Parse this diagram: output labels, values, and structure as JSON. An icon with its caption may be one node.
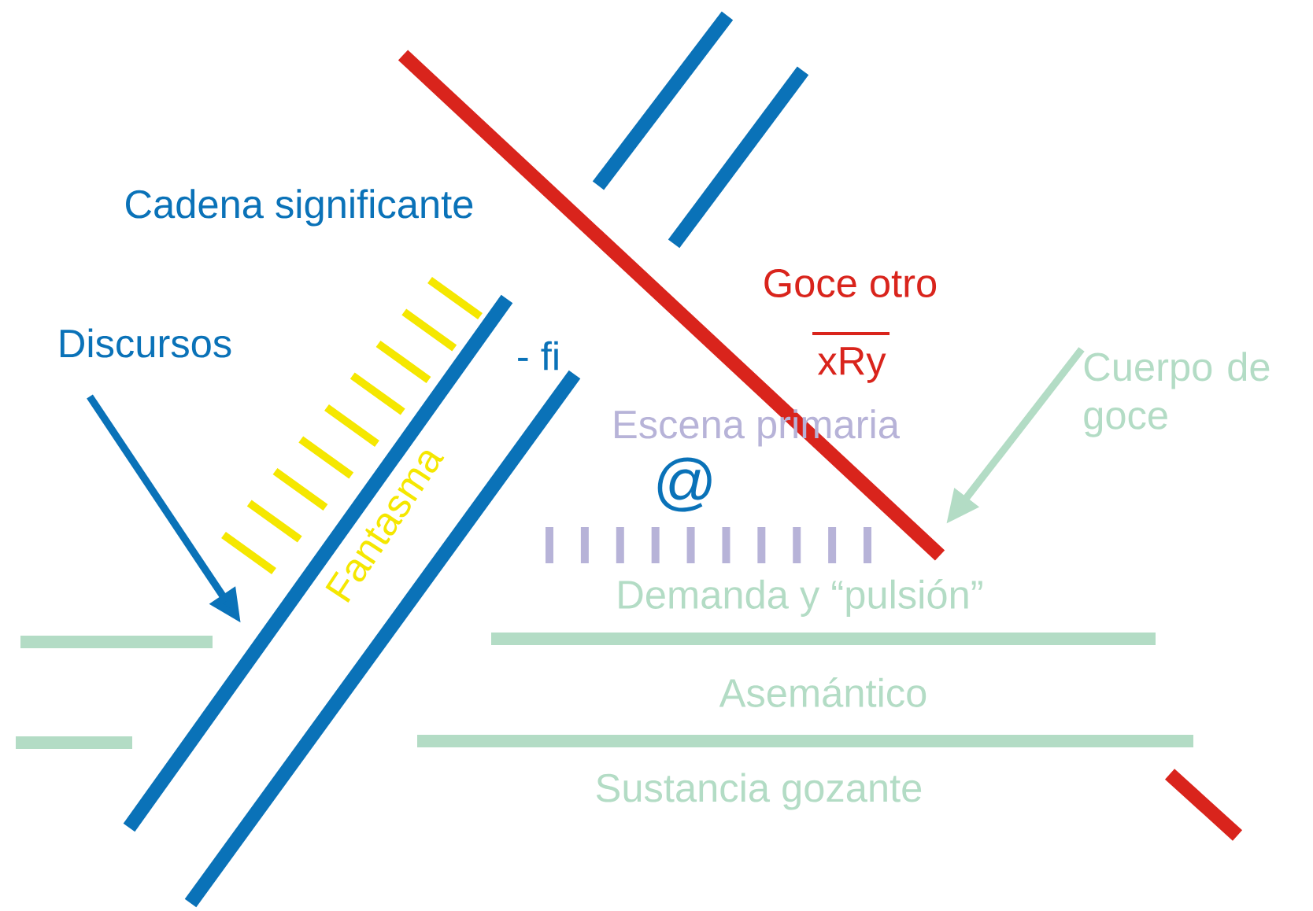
{
  "diagram": {
    "nodes": [
      {
        "text": [
          "Discursos"
        ]
      },
      {
        "text": [],
        "shape": "bar"
      },
      {
        "text": [
          "Cuerpo de goce"
        ]
      },
      {
        "text": [],
        "shape": "bar"
      }
    ],
    "edges": [
      {
        "from": 0,
        "to": 1,
        "arrow": "to",
        "color": "#0a72b8"
      },
      {
        "from": 2,
        "to": 3,
        "arrow": "to",
        "color": "#b3dcc5"
      }
    ],
    "labels": [
      "Cadena significante",
      "Goce otro",
      "xRy",
      "- fi",
      "Escena primaria",
      "@",
      "Fantasma",
      "Demanda y “pulsión”",
      "Asemántico",
      "Sustancia gozante"
    ]
  }
}
